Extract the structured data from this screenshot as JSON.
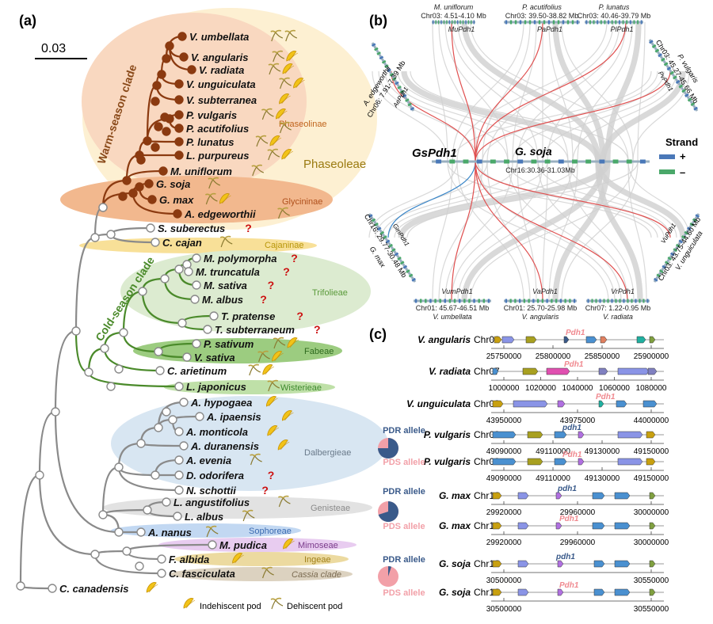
{
  "panel_labels": {
    "a": "(a)",
    "b": "(b)",
    "c": "(c)"
  },
  "tree": {
    "scale_bar": "0.03",
    "clades": {
      "warm": "Warm-season clade",
      "cold": "Cold-season clade"
    },
    "tribes": [
      {
        "name": "Phaseoleae",
        "color": "#9a7a10"
      },
      {
        "name": "Phaseolinae",
        "color": "#c0641c"
      },
      {
        "name": "Glycininae",
        "color": "#b0501c"
      },
      {
        "name": "Cajaninae",
        "color": "#b8960a"
      },
      {
        "name": "Trifolieae",
        "color": "#5a9a3a"
      },
      {
        "name": "Fabeae",
        "color": "#2e6a1e"
      },
      {
        "name": "Wisterieae",
        "color": "#3e8a2e"
      },
      {
        "name": "Dalbergieae",
        "color": "#6a7a8a"
      },
      {
        "name": "Genisteae",
        "color": "#8a8a8a"
      },
      {
        "name": "Sophoreae",
        "color": "#3a6ab0"
      },
      {
        "name": "Mimoseae",
        "color": "#7a3a8a"
      },
      {
        "name": "Ingeae",
        "color": "#a0801a"
      },
      {
        "name": "Cassia clade",
        "color": "#7a6a50"
      }
    ],
    "taxa": [
      {
        "name": "V. umbellata",
        "pods": "dd",
        "q": false
      },
      {
        "name": "V. angularis",
        "pods": "di",
        "q": false
      },
      {
        "name": "V. radiata",
        "pods": "di",
        "q": false
      },
      {
        "name": "V. unguiculata",
        "pods": "di",
        "q": false
      },
      {
        "name": "V. subterranea",
        "pods": "i",
        "q": false
      },
      {
        "name": "P. vulgaris",
        "pods": "di",
        "q": false
      },
      {
        "name": "P. acutifolius",
        "pods": "d",
        "q": false
      },
      {
        "name": "P. lunatus",
        "pods": "di",
        "q": false
      },
      {
        "name": "L. purpureus",
        "pods": "di",
        "q": false
      },
      {
        "name": "M. uniflorum",
        "pods": "d",
        "q": false
      },
      {
        "name": "G. soja",
        "pods": "d",
        "q": false
      },
      {
        "name": "G. max",
        "pods": "di",
        "q": false
      },
      {
        "name": "A. edgeworthii",
        "pods": "d",
        "q": false
      },
      {
        "name": "S. suberectus",
        "pods": "",
        "q": true
      },
      {
        "name": "C. cajan",
        "pods": "d",
        "q": false
      },
      {
        "name": "M. polymorpha",
        "pods": "",
        "q": true
      },
      {
        "name": "M. truncatula",
        "pods": "",
        "q": true
      },
      {
        "name": "M. sativa",
        "pods": "",
        "q": true
      },
      {
        "name": "M. albus",
        "pods": "",
        "q": true
      },
      {
        "name": "T. pratense",
        "pods": "",
        "q": true
      },
      {
        "name": "T. subterraneum",
        "pods": "",
        "q": true
      },
      {
        "name": "P. sativum",
        "pods": "di",
        "q": false
      },
      {
        "name": "V. sativa",
        "pods": "di",
        "q": false
      },
      {
        "name": "C. arietinum",
        "pods": "di",
        "q": false
      },
      {
        "name": "L. japonicus",
        "pods": "d",
        "q": false
      },
      {
        "name": "A. hypogaea",
        "pods": "i",
        "q": false
      },
      {
        "name": "A. ipaensis",
        "pods": "i",
        "q": false
      },
      {
        "name": "A. monticola",
        "pods": "i",
        "q": false
      },
      {
        "name": "A. duranensis",
        "pods": "i",
        "q": false
      },
      {
        "name": "A. evenia",
        "pods": "d",
        "q": false
      },
      {
        "name": "D. odorifera",
        "pods": "",
        "q": true
      },
      {
        "name": "N. schottii",
        "pods": "",
        "q": true
      },
      {
        "name": "L. angustifolius",
        "pods": "d",
        "q": false
      },
      {
        "name": "L. albus",
        "pods": "d",
        "q": false
      },
      {
        "name": "A. nanus",
        "pods": "d",
        "q": false
      },
      {
        "name": "M. pudica",
        "pods": "i",
        "q": false
      },
      {
        "name": "F. albida",
        "pods": "i",
        "q": false
      },
      {
        "name": "C. fasciculata",
        "pods": "d",
        "q": false
      },
      {
        "name": "C. canadensis",
        "pods": "i",
        "q": false
      }
    ],
    "legend": {
      "indehiscent": "Indehiscent pod",
      "dehiscent": "Dehiscent pod"
    }
  },
  "synteny": {
    "center": {
      "gene": "GsPdh1",
      "species": "G. soja",
      "region": "Chr16:30.36-31.03Mb"
    },
    "outer": [
      {
        "species": "M. uniflorum",
        "region": "Chr03: 4.51-4.10 Mb",
        "gene": "MuPdh1"
      },
      {
        "species": "P. acutifolius",
        "region": "Chr03: 39.50-38.82 Mb",
        "gene": "PaPdh1"
      },
      {
        "species": "P. lunatus",
        "region": "Chr03: 40.46-39.79 Mb",
        "gene": "PlPdh1"
      },
      {
        "species": "A. edgeworthii",
        "region": "Chr06: 7.91-7.39 Mb",
        "gene": "AePdh1"
      },
      {
        "species": "P. vulgaris",
        "region": "Chr03: 45.27-45.66 Mb",
        "gene": "PvPdh1"
      },
      {
        "species": "G. max",
        "region": "Chr16: 29.77-30.48 Mb",
        "gene": "GmPdh1"
      },
      {
        "species": "V. unguiculata",
        "region": "Chr03: 43.75-44.60 Mb",
        "gene": "VuPdh1"
      },
      {
        "species": "V. umbellata",
        "region": "Chr01: 45.67-46.51 Mb",
        "gene": "VumPdh1"
      },
      {
        "species": "V. angularis",
        "region": "Chr01: 25.70-25.98 Mb",
        "gene": "VaPdh1"
      },
      {
        "species": "V. radiata",
        "region": "Chr07: 1.22-0.95 Mb",
        "gene": "VrPdh1"
      }
    ],
    "legend": {
      "title": "Strand",
      "plus": "+",
      "minus": "–",
      "plus_color": "#4a78b8",
      "minus_color": "#4aa86a"
    }
  },
  "loci": {
    "rows": [
      {
        "species": "V. angularis",
        "chr": "Chr01",
        "gene": "Pdh1",
        "ticks": [
          "25750000",
          "25800000",
          "25850000",
          "25900000"
        ],
        "allele": ""
      },
      {
        "species": "V. radiata",
        "chr": "Chr07",
        "gene": "Pdh1",
        "ticks": [
          "1000000",
          "1020000",
          "1040000",
          "1060000",
          "1080000"
        ],
        "allele": ""
      },
      {
        "species": "V. unguiculata",
        "chr": "Chr03",
        "gene": "Pdh1",
        "ticks": [
          "43950000",
          "43975000",
          "44000000"
        ],
        "allele": ""
      },
      {
        "species": "P. vulgaris",
        "chr": "Chr03",
        "gene": "pdh1",
        "ticks": [
          "49090000",
          "49110000",
          "49130000",
          "49150000"
        ],
        "allele": "PDR allele"
      },
      {
        "species": "P. vulgaris",
        "chr": "Chr03",
        "gene": "Pdh1",
        "ticks": [
          "49090000",
          "49110000",
          "49130000",
          "49150000"
        ],
        "allele": "PDS allele"
      },
      {
        "species": "G. max",
        "chr": "Chr16",
        "gene": "pdh1",
        "ticks": [
          "29920000",
          "29960000",
          "30000000"
        ],
        "allele": "PDR allele"
      },
      {
        "species": "G. max",
        "chr": "Chr16",
        "gene": "Pdh1",
        "ticks": [
          "29920000",
          "29960000",
          "30000000"
        ],
        "allele": "PDS allele"
      },
      {
        "species": "G. soja",
        "chr": "Chr16",
        "gene": "pdh1",
        "ticks": [
          "30500000",
          "30550000"
        ],
        "allele": "PDR allele"
      },
      {
        "species": "G. soja",
        "chr": "Chr16",
        "gene": "Pdh1",
        "ticks": [
          "30500000",
          "30550000"
        ],
        "allele": "PDS allele"
      }
    ],
    "allele_pies": [
      {
        "species": "P. vulgaris",
        "pdr_fraction": 0.75
      },
      {
        "species": "G. max",
        "pdr_fraction": 0.7
      },
      {
        "species": "G. soja",
        "pdr_fraction": 0.05
      }
    ],
    "colors": {
      "pdr": "#3a5a8a",
      "pds": "#f2a0a8",
      "gene_label_pds": "#f08a90",
      "gene_label_pdr": "#3a5a8a"
    }
  }
}
